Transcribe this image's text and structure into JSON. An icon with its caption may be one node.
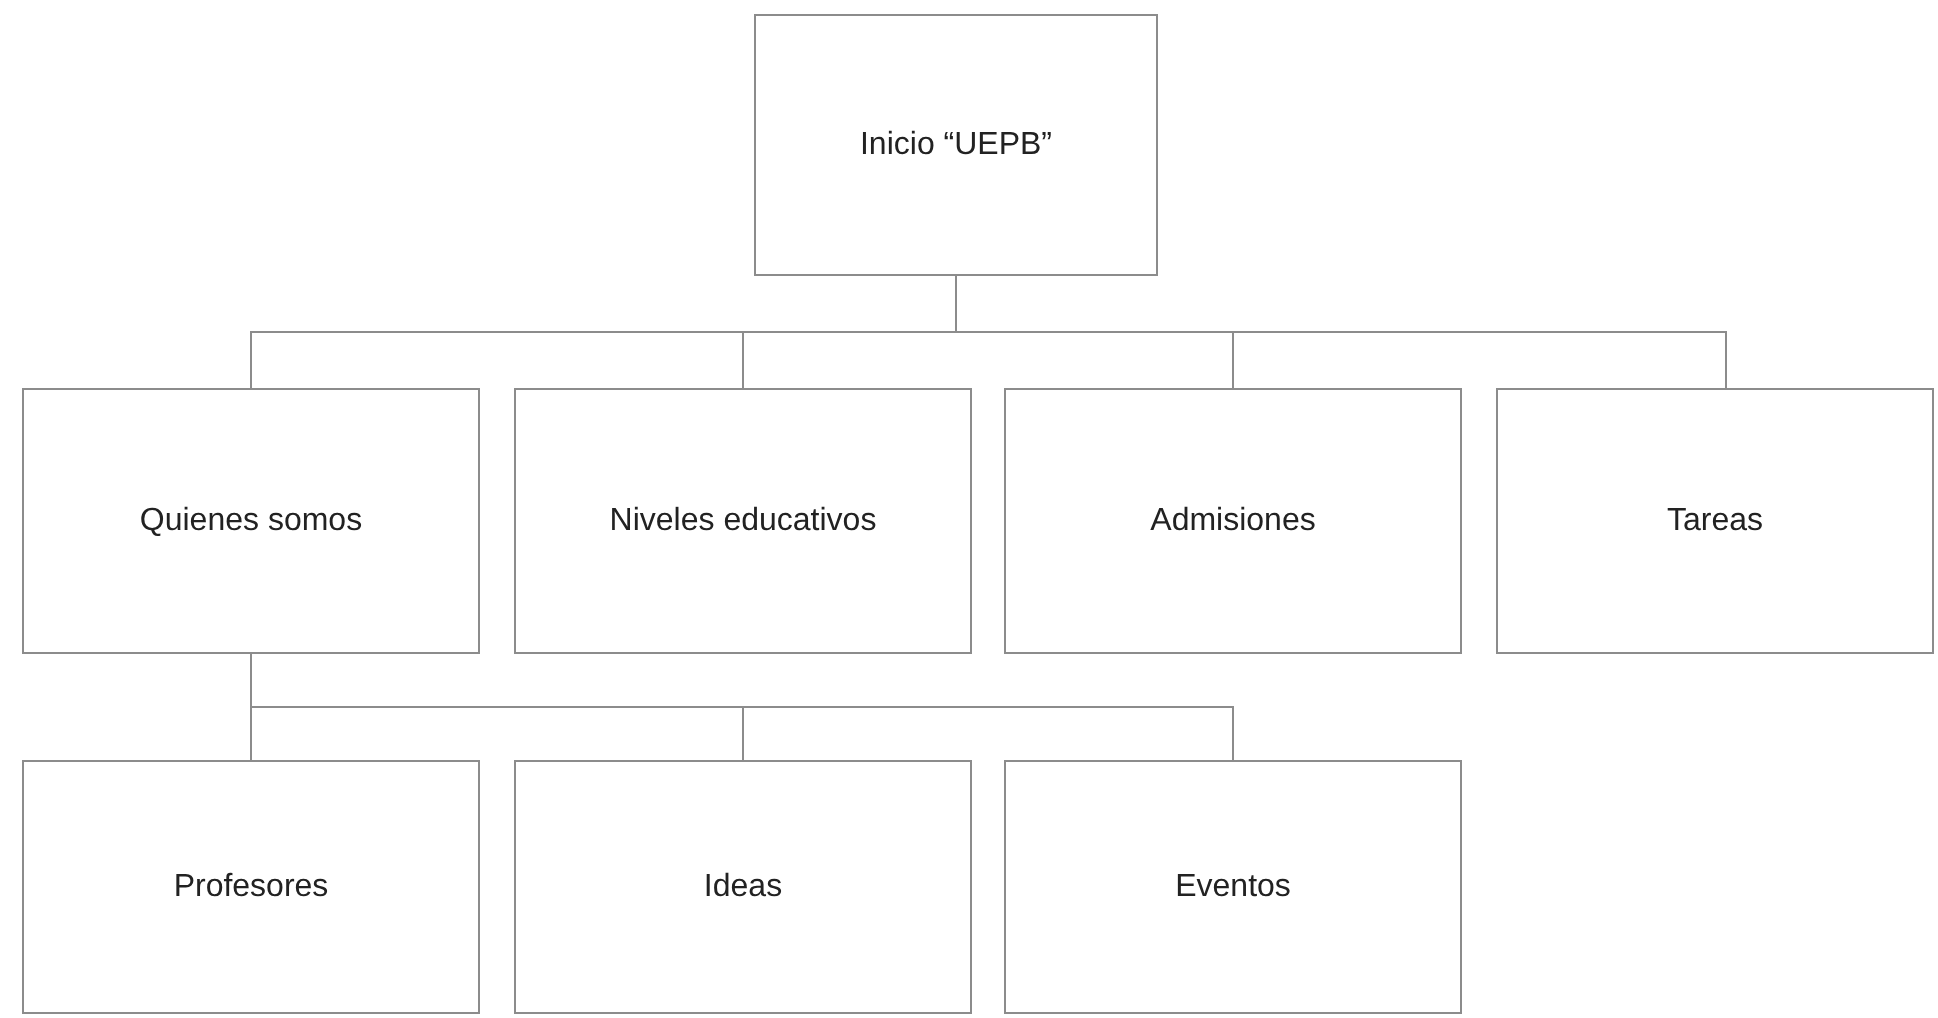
{
  "diagram": {
    "nodes": [
      {
        "text": [
          "Inicio “UEPB”"
        ]
      },
      {
        "text": [
          "Quienes somos"
        ]
      },
      {
        "text": [
          "Niveles educativos"
        ]
      },
      {
        "text": [
          "Admisiones"
        ]
      },
      {
        "text": [
          "Tareas"
        ]
      },
      {
        "text": [
          "Profesores"
        ]
      },
      {
        "text": [
          "Ideas"
        ]
      },
      {
        "text": [
          "Eventos"
        ]
      }
    ],
    "edges": [
      {
        "from": 0,
        "to": 1,
        "arrow": "none"
      },
      {
        "from": 0,
        "to": 2,
        "arrow": "none"
      },
      {
        "from": 0,
        "to": 3,
        "arrow": "none"
      },
      {
        "from": 0,
        "to": 4,
        "arrow": "none"
      },
      {
        "from": 1,
        "to": 5,
        "arrow": "none"
      },
      {
        "from": 1,
        "to": 6,
        "arrow": "none"
      },
      {
        "from": 1,
        "to": 7,
        "arrow": "none"
      }
    ]
  }
}
